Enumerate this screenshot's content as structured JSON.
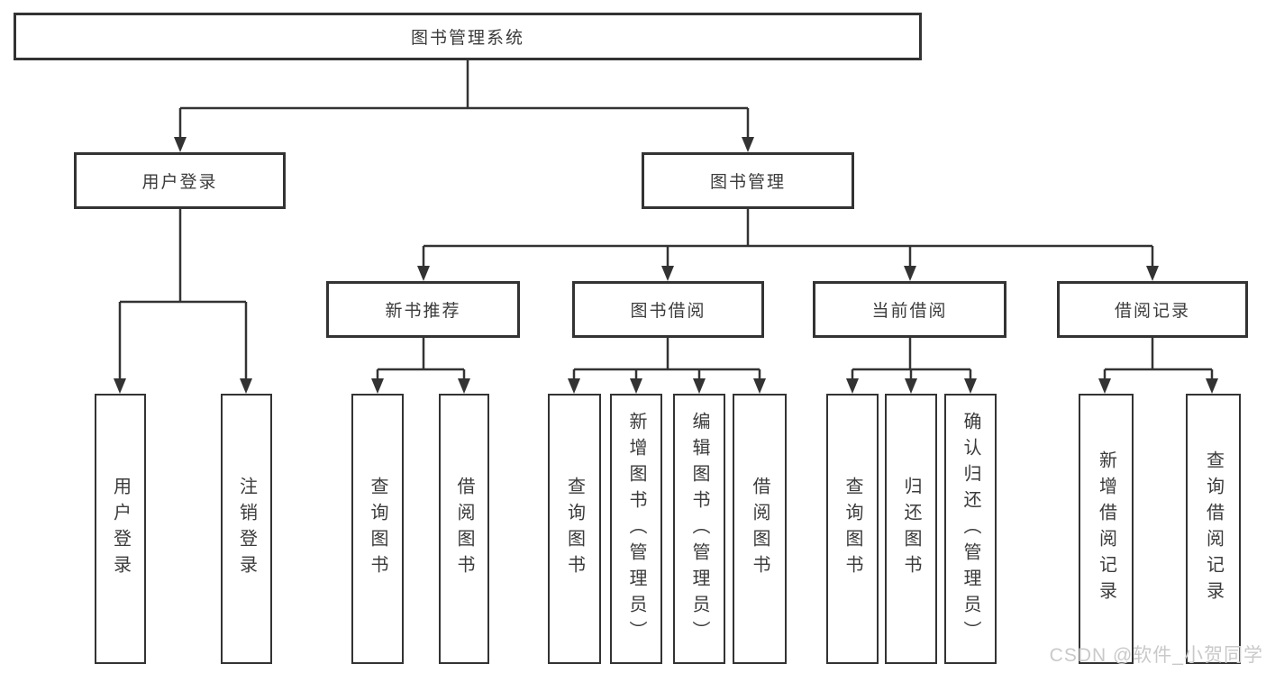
{
  "diagram": {
    "root": {
      "label": "图书管理系统"
    },
    "level2": [
      {
        "label": "用户登录",
        "children": [
          {
            "label": "用户登录"
          },
          {
            "label": "注销登录"
          }
        ]
      },
      {
        "label": "图书管理",
        "children": [
          {
            "label": "新书推荐",
            "children": [
              {
                "label": "查询图书"
              },
              {
                "label": "借阅图书"
              }
            ]
          },
          {
            "label": "图书借阅",
            "children": [
              {
                "label": "查询图书"
              },
              {
                "label": "新增图书（管理员）"
              },
              {
                "label": "编辑图书（管理员）"
              },
              {
                "label": "借阅图书"
              }
            ]
          },
          {
            "label": "当前借阅",
            "children": [
              {
                "label": "查询图书"
              },
              {
                "label": "归还图书"
              },
              {
                "label": "确认归还（管理员）"
              }
            ]
          },
          {
            "label": "借阅记录",
            "children": [
              {
                "label": "新增借阅记录"
              },
              {
                "label": "查询借阅记录"
              }
            ]
          }
        ]
      }
    ]
  },
  "watermark": {
    "text": "CSDN @软件_小贺同学"
  },
  "colors": {
    "line": "#333333",
    "box_border": "#333333",
    "box_fill": "#ffffff",
    "text": "#3b3b3b",
    "watermark": "#c9c9c9",
    "background": "#ffffff"
  }
}
